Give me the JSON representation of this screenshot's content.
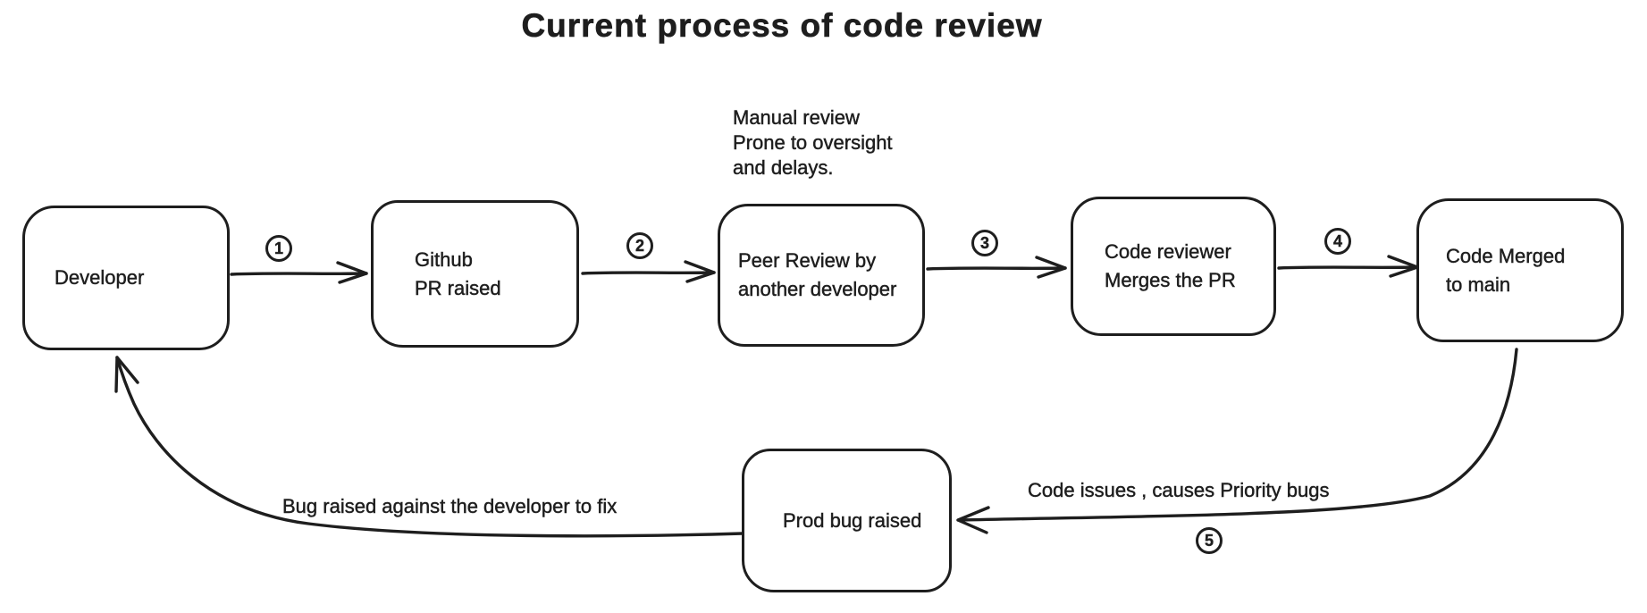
{
  "title": "Current process of code review",
  "colors": {
    "stroke": "#1e1e1e",
    "background": "#ffffff"
  },
  "nodes": {
    "developer": {
      "lines": [
        "Developer"
      ]
    },
    "github": {
      "lines": [
        "Github",
        "PR raised"
      ]
    },
    "peer_review": {
      "lines": [
        "Peer Review by",
        "another developer"
      ]
    },
    "code_reviewer": {
      "lines": [
        "Code reviewer",
        "Merges the PR"
      ]
    },
    "code_merged": {
      "lines": [
        "Code Merged",
        "to main"
      ]
    },
    "prod_bug": {
      "lines": [
        "Prod bug raised"
      ]
    }
  },
  "steps": [
    "1",
    "2",
    "3",
    "4",
    "5"
  ],
  "annotations": {
    "manual_review_note": {
      "lines": [
        "Manual review",
        "Prone to oversight",
        "and delays."
      ]
    },
    "edge5_label": "Code issues , causes Priority bugs",
    "edge6_label": "Bug raised against the developer to fix"
  }
}
